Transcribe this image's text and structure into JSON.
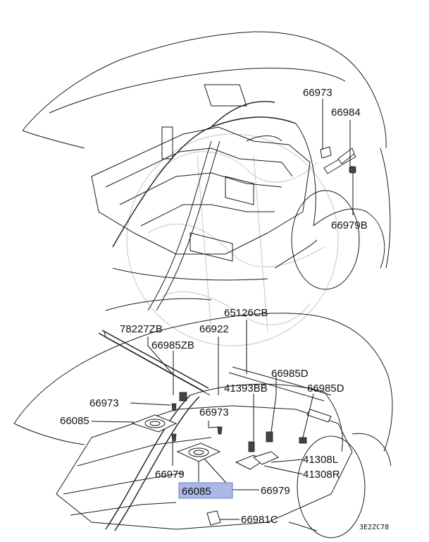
{
  "diagram": {
    "code": "3E2ZC78",
    "highlight_color": "#a9b8e6",
    "labels": {
      "top_66973": "66973",
      "top_66984": "66984",
      "top_66979B": "66979B",
      "l_65126CB": "65126CB",
      "l_78227ZB": "78227ZB",
      "l_66922": "66922",
      "l_66985ZB": "66985ZB",
      "l_66985D_a": "66985D",
      "l_66985D_b": "66985D",
      "l_41393BB": "41393BB",
      "l_66973_a": "66973",
      "l_66973_b": "66973",
      "l_66085_a": "66085",
      "l_66085_b": "66085",
      "l_66979_a": "66979",
      "l_66979_b": "66979",
      "l_41308L": "41308L",
      "l_41308R": "41308R",
      "l_66981C": "66981C"
    }
  }
}
